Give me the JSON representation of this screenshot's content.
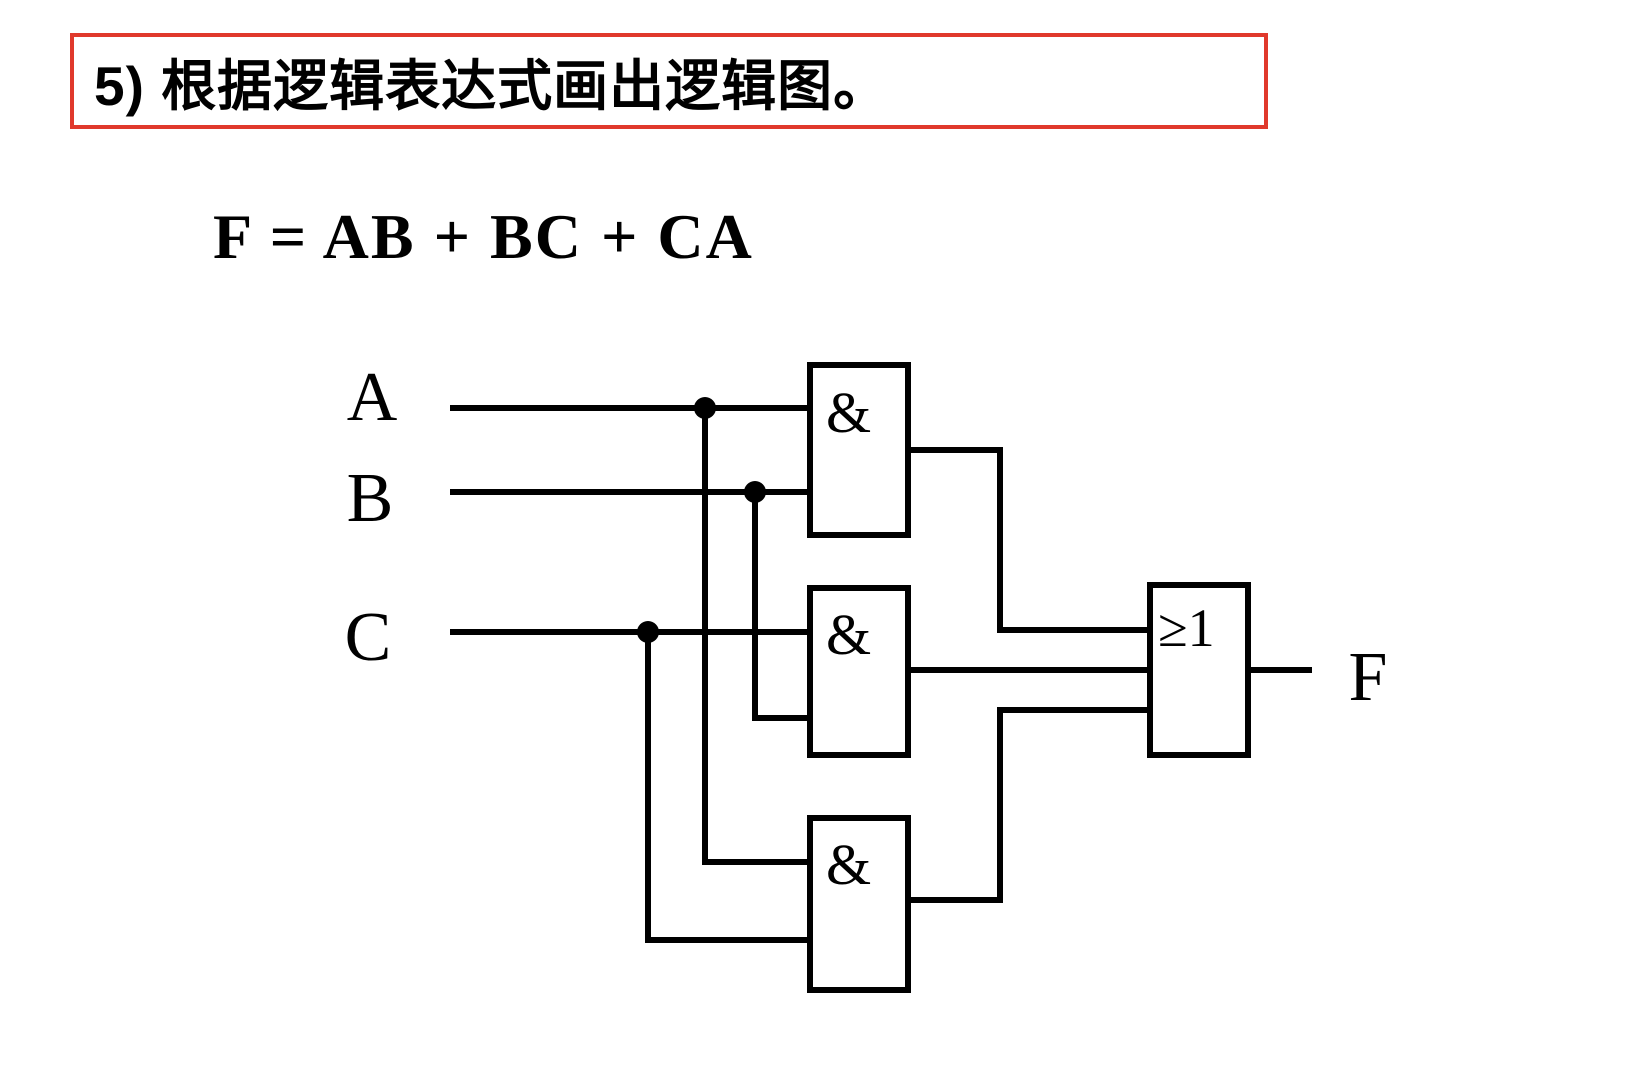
{
  "header": {
    "title": "5) 根据逻辑表达式画出逻辑图。",
    "border_color": "#e0392c"
  },
  "formula": "F = AB + BC + CA",
  "circuit": {
    "inputs": [
      {
        "label": "A"
      },
      {
        "label": "B"
      },
      {
        "label": "C"
      }
    ],
    "and_gate_label": "&",
    "or_gate_label": "≥1",
    "output_label": "F",
    "line_color": "#000000"
  }
}
